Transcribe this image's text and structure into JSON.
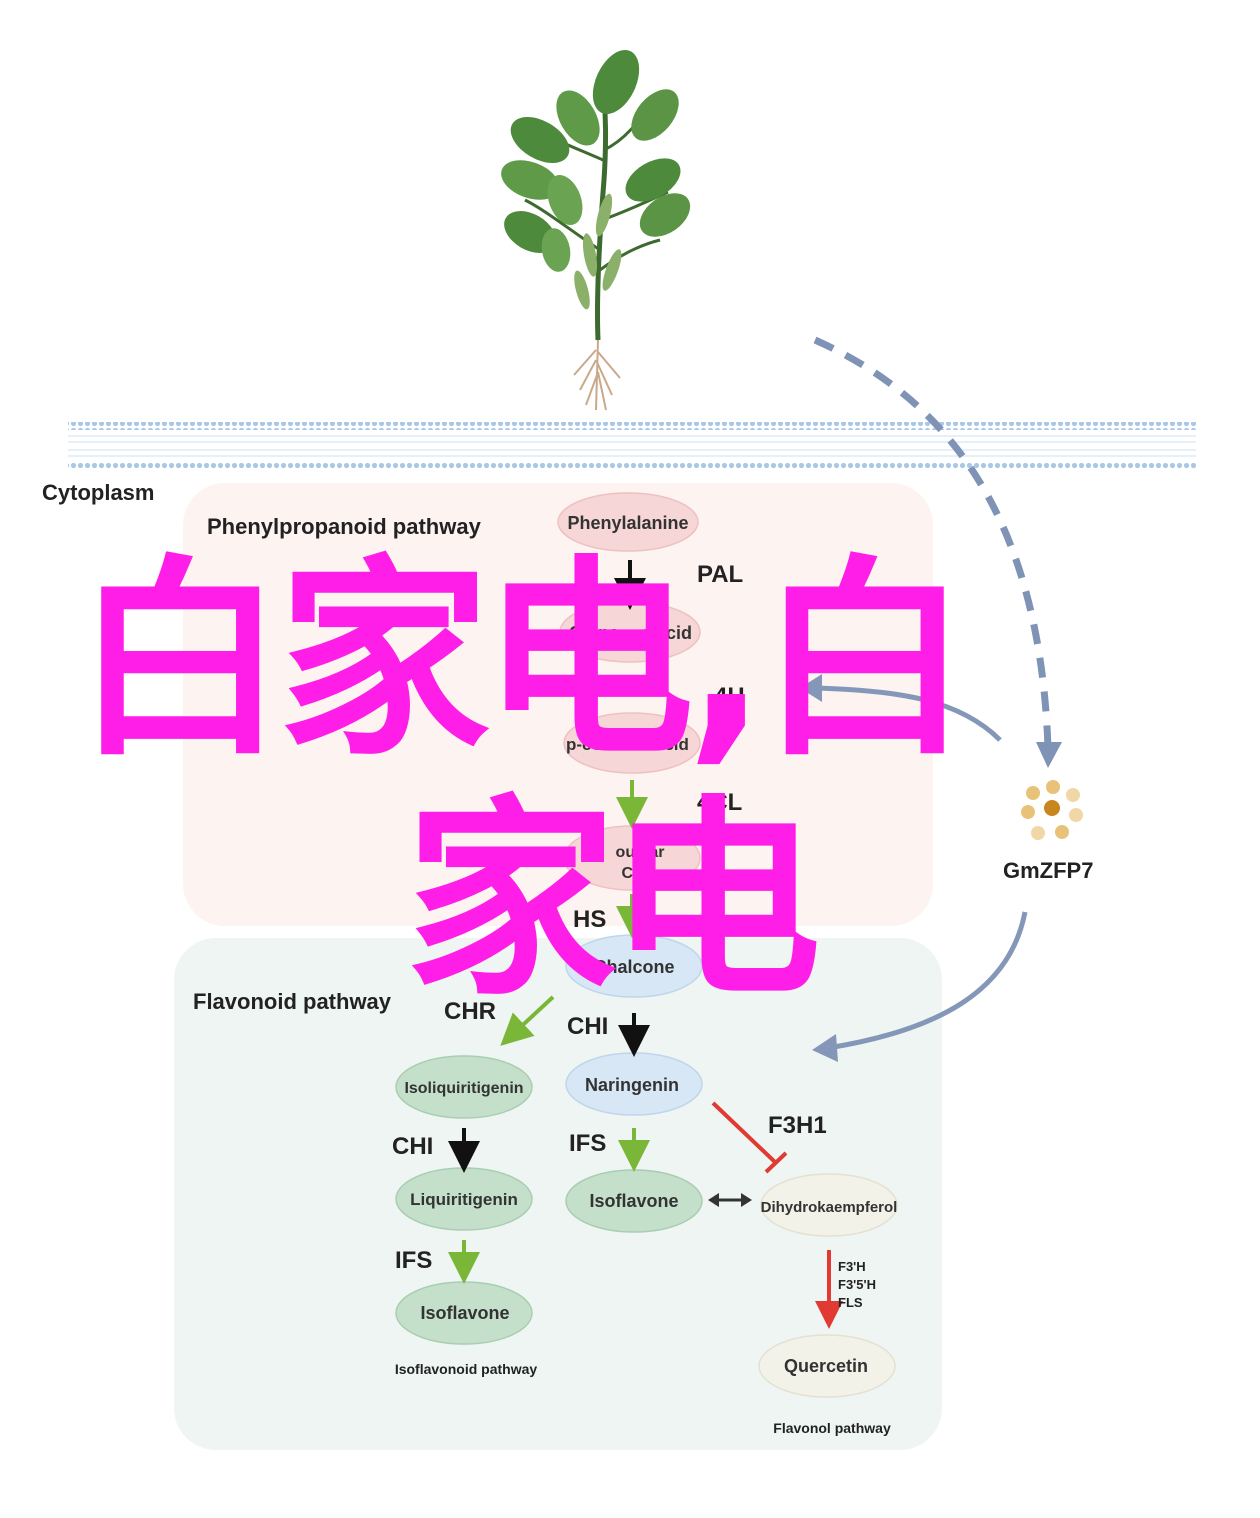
{
  "labels": {
    "cytoplasm": "Cytoplasm",
    "phenylpropanoid": "Phenylpropanoid pathway",
    "flavonoid": "Flavonoid pathway",
    "gmzfp7": "GmZFP7",
    "isoflavonoid_pathway": "Isoflavonoid pathway",
    "flavonol_pathway": "Flavonol pathway"
  },
  "nodes": {
    "phenylalanine": "Phenylalanine",
    "cinnamic_a": "Cinna",
    "cinnamic_b": "c acid",
    "pcoumaric_a": "p-cou",
    "pcoumaric_b": "ic acid",
    "coumaroyl_line1": "oumar",
    "coumaroyl_line2": "CoA",
    "chalcone": "Chalcone",
    "naringenin": "Naringenin",
    "isoliquiritigenin": "Isoliquiritigenin",
    "liquiritigenin": "Liquiritigenin",
    "isoflavone_left": "Isoflavone",
    "isoflavone_mid": "Isoflavone",
    "dihydrokaempferol": "Dihydrokaempferol",
    "quercetin": "Quercetin"
  },
  "enzymes": {
    "pal": "PAL",
    "c4h": "4H",
    "fourcl": "4CL",
    "chs": "HS",
    "chr": "CHR",
    "chi_mid": "CHI",
    "chi_left": "CHI",
    "ifs_mid": "IFS",
    "ifs_left": "IFS",
    "f3h1": "F3H1",
    "f3h_stack": [
      "F3'H",
      "F3'5'H",
      "FLS"
    ]
  },
  "watermark": {
    "line1": "白家电,白",
    "line2": "家电"
  },
  "colors": {
    "watermark": "#ff1ee8",
    "phenyl_panel": "#fdf3f1",
    "flavonoid_panel": "#eef5f2",
    "green_arrow": "#7ab638",
    "blue_arrow": "#8597b8",
    "red_arrow": "#e03a32",
    "membrane": "#a9c8e6"
  }
}
